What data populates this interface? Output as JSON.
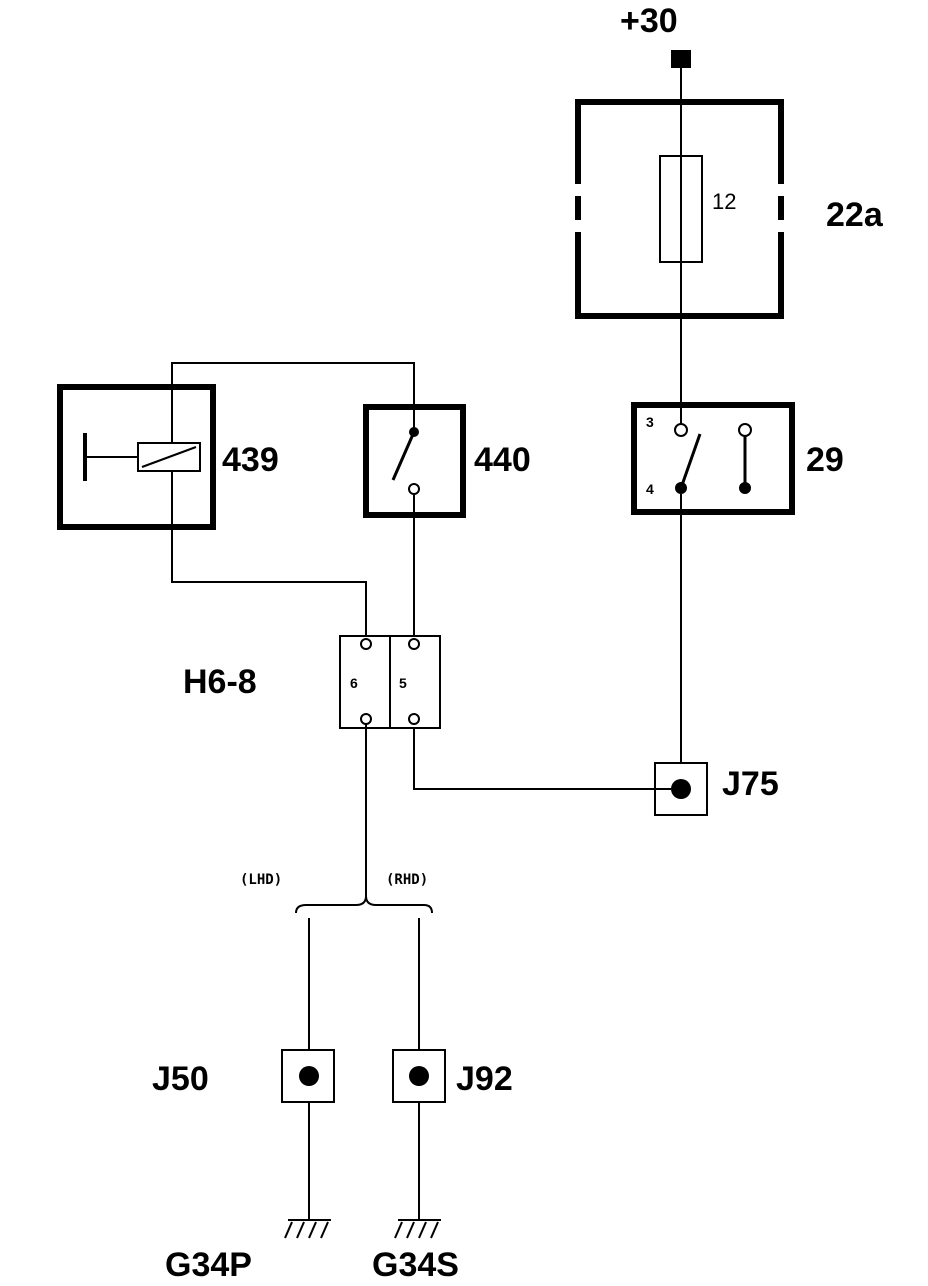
{
  "supply": {
    "label": "+30"
  },
  "fuse_box": {
    "label": "22a",
    "fuse_number": "12"
  },
  "switch_29": {
    "label": "29",
    "pin_top": "3",
    "pin_bottom": "4"
  },
  "relay_439": {
    "label": "439"
  },
  "switch_440": {
    "label": "440"
  },
  "connector_h6_8": {
    "label": "H6-8",
    "pin_left": "6",
    "pin_right": "5"
  },
  "junction_j75": {
    "label": "J75"
  },
  "variants": {
    "left": "(LHD)",
    "right": "(RHD)"
  },
  "junction_j50": {
    "label": "J50"
  },
  "junction_j92": {
    "label": "J92"
  },
  "ground_left": {
    "label": "G34P"
  },
  "ground_right": {
    "label": "G34S"
  }
}
